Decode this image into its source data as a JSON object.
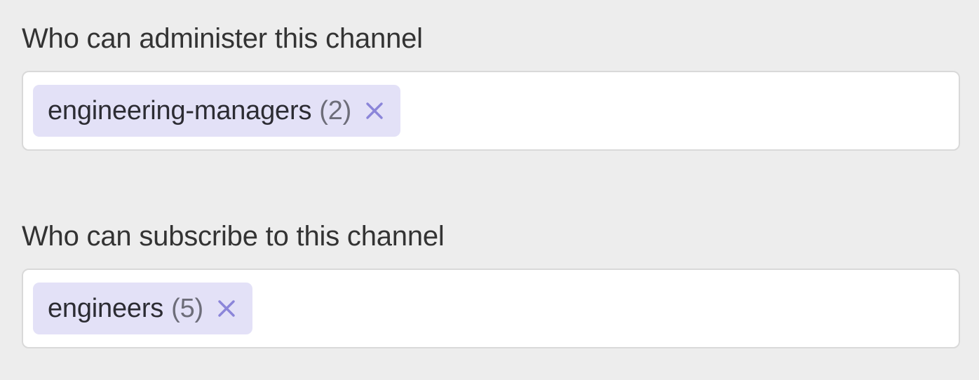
{
  "theme": {
    "page_background": "#ededed",
    "input_background": "#ffffff",
    "input_border": "#d9d9d9",
    "label_color": "#333333",
    "pill_background": "#e3e1f7",
    "pill_text_color": "#2c2c33",
    "pill_count_color": "#6d6d79",
    "remove_icon_color": "#8b85d9"
  },
  "fields": [
    {
      "label": "Who can administer this channel",
      "input_placeholder": "",
      "input_value": "",
      "pills": [
        {
          "name": "engineering-managers",
          "count": "(2)",
          "count_number": 2,
          "remove_icon": "close-icon"
        }
      ]
    },
    {
      "label": "Who can subscribe to this channel",
      "input_placeholder": "",
      "input_value": "",
      "pills": [
        {
          "name": "engineers",
          "count": "(5)",
          "count_number": 5,
          "remove_icon": "close-icon"
        }
      ]
    }
  ]
}
